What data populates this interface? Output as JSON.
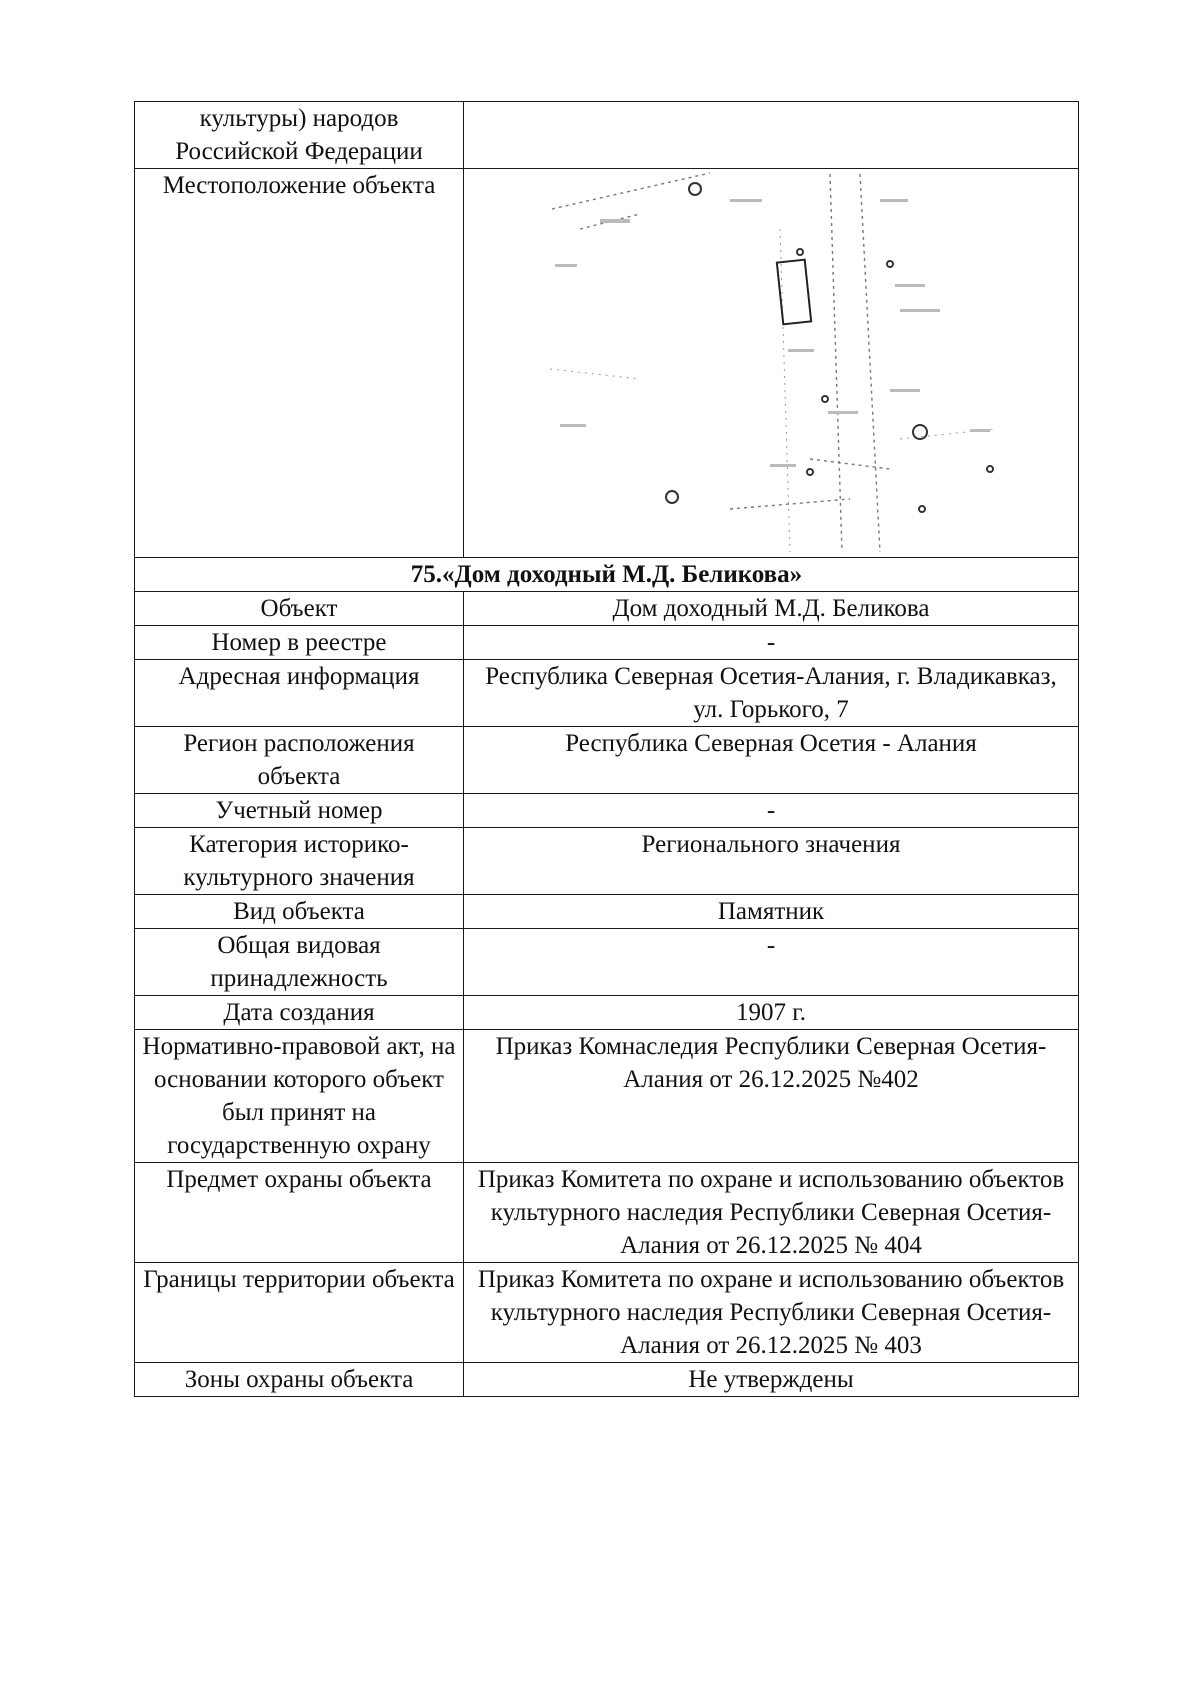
{
  "table": {
    "header_continuation": {
      "label": "культуры) народов Российской Федерации",
      "value": ""
    },
    "map_row": {
      "label": "Местоположение объекта"
    },
    "section_title": "75.«Дом доходный М.Д. Беликова»",
    "rows": [
      {
        "label": "Объект",
        "value": "Дом доходный М.Д. Беликова"
      },
      {
        "label": "Номер в реестре",
        "value": "-"
      },
      {
        "label": "Адресная информация",
        "value": "Республика Северная Осетия-Алания, г. Владикавказ, ул. Горького, 7"
      },
      {
        "label": "Регион расположения объекта",
        "value": "Республика Северная Осетия - Алания"
      },
      {
        "label": "Учетный номер",
        "value": "-"
      },
      {
        "label": "Категория историко-культурного значения",
        "value": "Регионального значения"
      },
      {
        "label": "Вид объекта",
        "value": "Памятник"
      },
      {
        "label": "Общая видовая принадлежность",
        "value": "-"
      },
      {
        "label": "Дата создания",
        "value": "1907 г."
      },
      {
        "label": "Нормативно-правовой акт, на основании которого объект был принят на государственную охрану",
        "value": "Приказ Комнаследия Республики Северная Осетия-Алания от 26.12.2025 №402"
      },
      {
        "label": "Предмет охраны объекта",
        "value": "Приказ Комитета по охране и использованию объектов культурного наследия Республики Северная Осетия-Алания от 26.12.2025 № 404"
      },
      {
        "label": "Границы территории объекта",
        "value": "Приказ Комитета по охране и использованию объектов культурного наследия Республики Северная Осетия-Алания от 26.12.2025 № 403"
      },
      {
        "label": "Зоны охраны объекта",
        "value": "Не утверждены"
      }
    ]
  },
  "map": {
    "icons": [
      "map-pin-icon",
      "map-pin-icon",
      "map-pin-icon",
      "map-pin-icon"
    ]
  }
}
